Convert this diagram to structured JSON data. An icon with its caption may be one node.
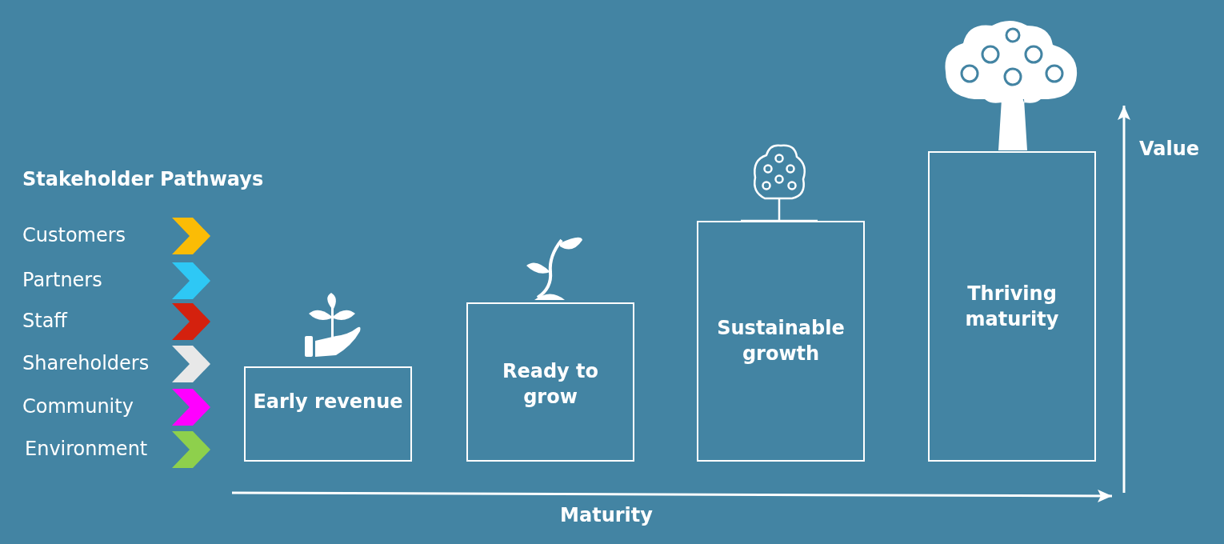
{
  "diagram": {
    "nodes": [
      {
        "text": [
          "Early revenue"
        ]
      },
      {
        "text": [
          "Ready to grow"
        ]
      },
      {
        "text": [
          "Sustainable growth"
        ]
      },
      {
        "text": [
          "Thriving maturity"
        ]
      }
    ],
    "labels": [
      "Stakeholder Pathways",
      "Value",
      "Maturity"
    ],
    "legend": [
      {
        "text": "Customers",
        "color": "#fbbc05"
      },
      {
        "text": "Partners",
        "color": "#2ec8f5"
      },
      {
        "text": "Staff",
        "color": "#d4210e"
      },
      {
        "text": "Shareholders",
        "color": "#e8e8e8"
      },
      {
        "text": "Community",
        "color": "#ff00ff"
      },
      {
        "text": "Environment",
        "color": "#8ed04c"
      }
    ]
  }
}
